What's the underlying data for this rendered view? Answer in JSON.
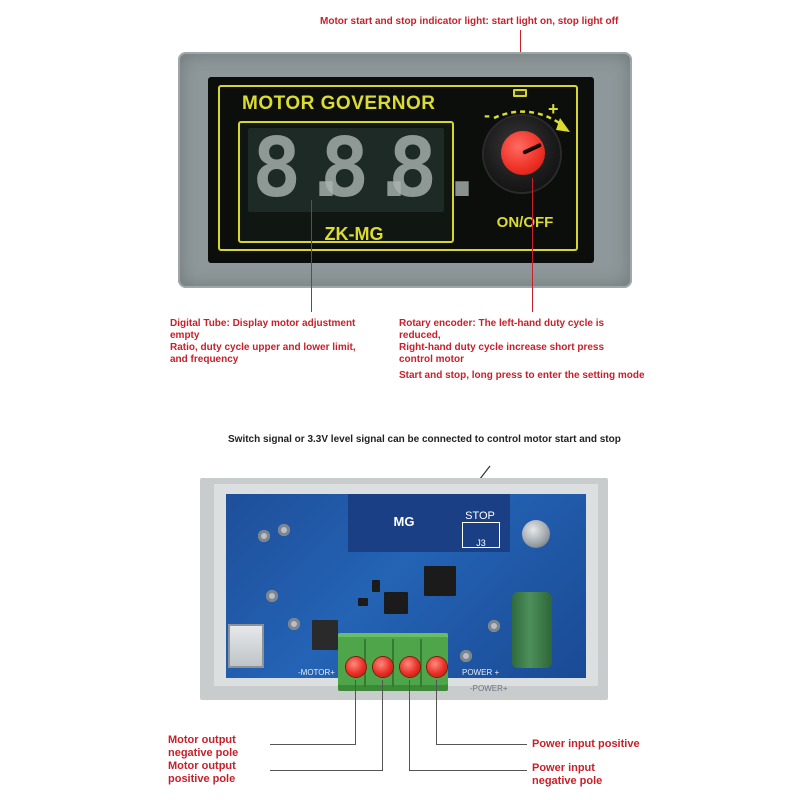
{
  "top_module": {
    "title": "MOTOR GOVERNOR",
    "model": "ZK-MG",
    "switch_label": "ON/OFF",
    "display_digits": [
      "8.",
      "8.",
      "8."
    ],
    "minus_sign": "-",
    "plus_sign": "+"
  },
  "annotations": {
    "indicator_light": "Motor start and stop indicator light: start light on, stop light off",
    "digital_tube": [
      "Digital Tube: Display motor adjustment",
      "empty",
      "Ratio, duty cycle upper and lower limit,",
      "and frequency"
    ],
    "rotary_encoder": [
      "Rotary encoder: The left-hand duty cycle is",
      "reduced,",
      "Right-hand duty cycle increase short press",
      "control motor",
      "Start and stop, long press to enter the setting mode"
    ],
    "switch_signal": "Switch signal or 3.3V level signal can be connected to control motor start and stop"
  },
  "board": {
    "label": "MG",
    "stop_label": "STOP",
    "jumper_label": "J3",
    "motor_silk": "-MOTOR+",
    "power_silk": "POWER +",
    "power_silk_bottom": "-POWER+"
  },
  "terminals": {
    "motor_negative": [
      "Motor output",
      "negative pole"
    ],
    "motor_positive": [
      "Motor output",
      "positive pole"
    ],
    "power_positive": "Power input positive",
    "power_negative": [
      "Power input",
      "negative pole"
    ]
  },
  "colors": {
    "annotation_red": "#c8202a",
    "panel_yellow": "#dcdb30",
    "pcb_blue": "#2463b5",
    "terminal_green": "#4fa64a",
    "knob_red": "#ee2f24"
  }
}
